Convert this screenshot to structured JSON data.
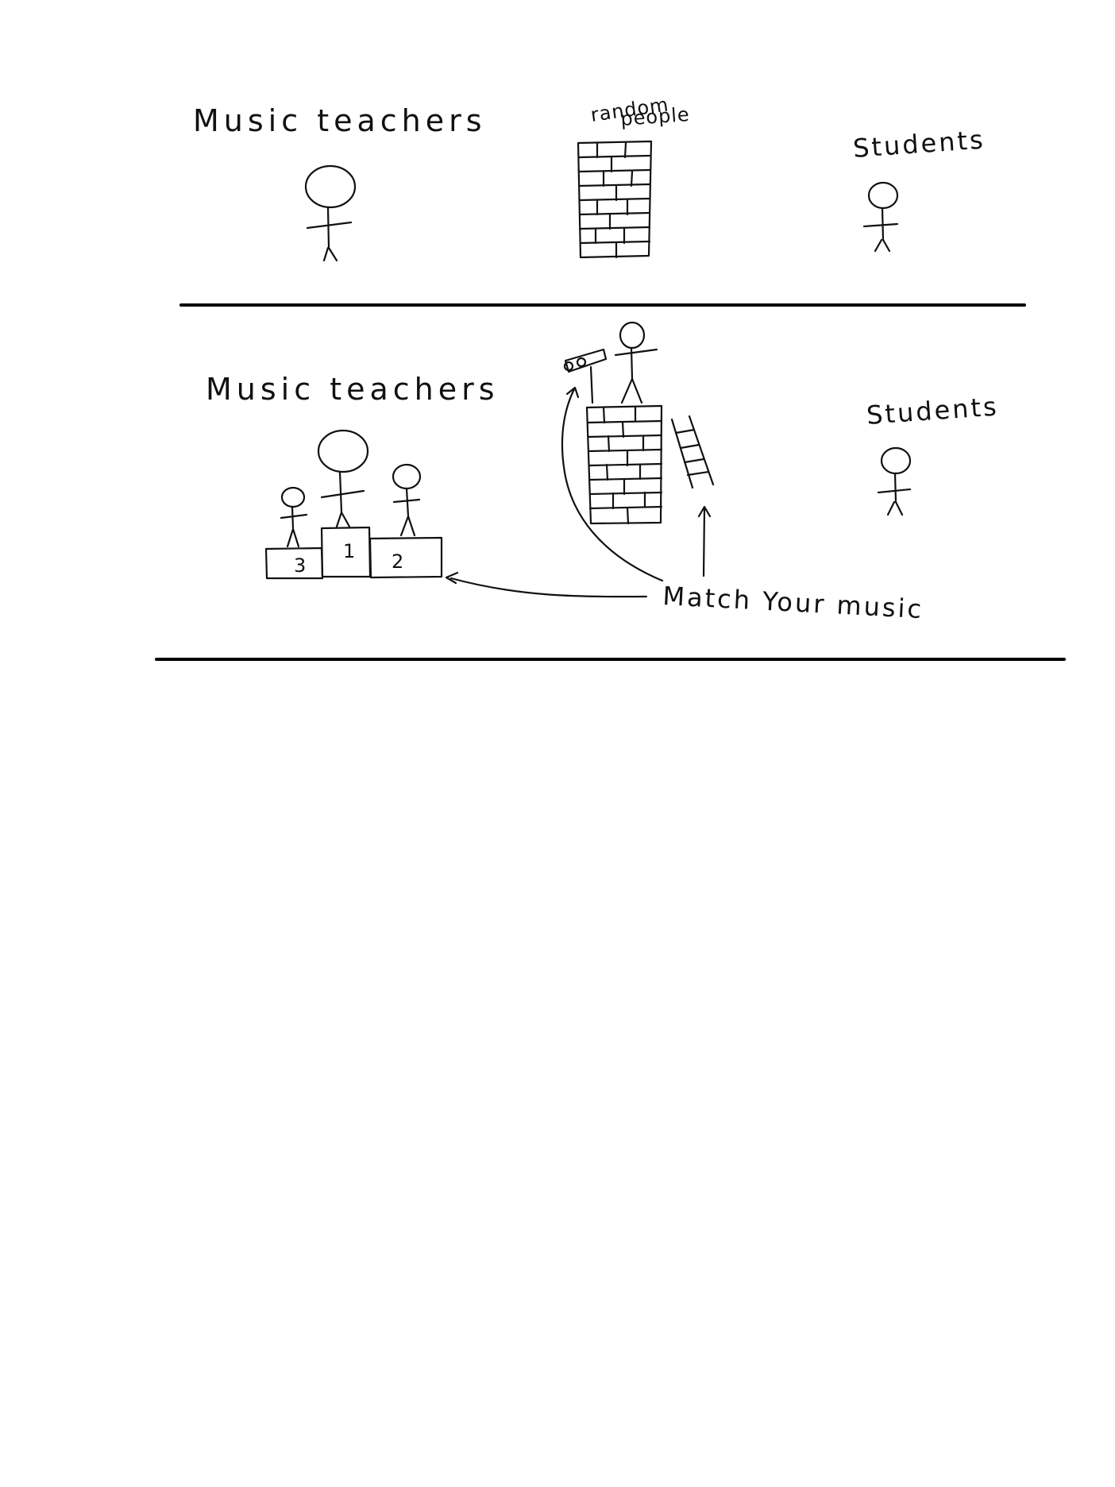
{
  "panel1": {
    "teachers_label": "Music teachers",
    "wall_label_line1": "random",
    "wall_label_line2": "people",
    "students_label": "Students"
  },
  "panel2": {
    "teachers_label": "Music teachers",
    "students_label": "Students",
    "podium_first": "1",
    "podium_second": "2",
    "podium_third": "3",
    "service_label": "Match Your music"
  },
  "colors": {
    "ink": "#111111",
    "background": "#ffffff"
  }
}
